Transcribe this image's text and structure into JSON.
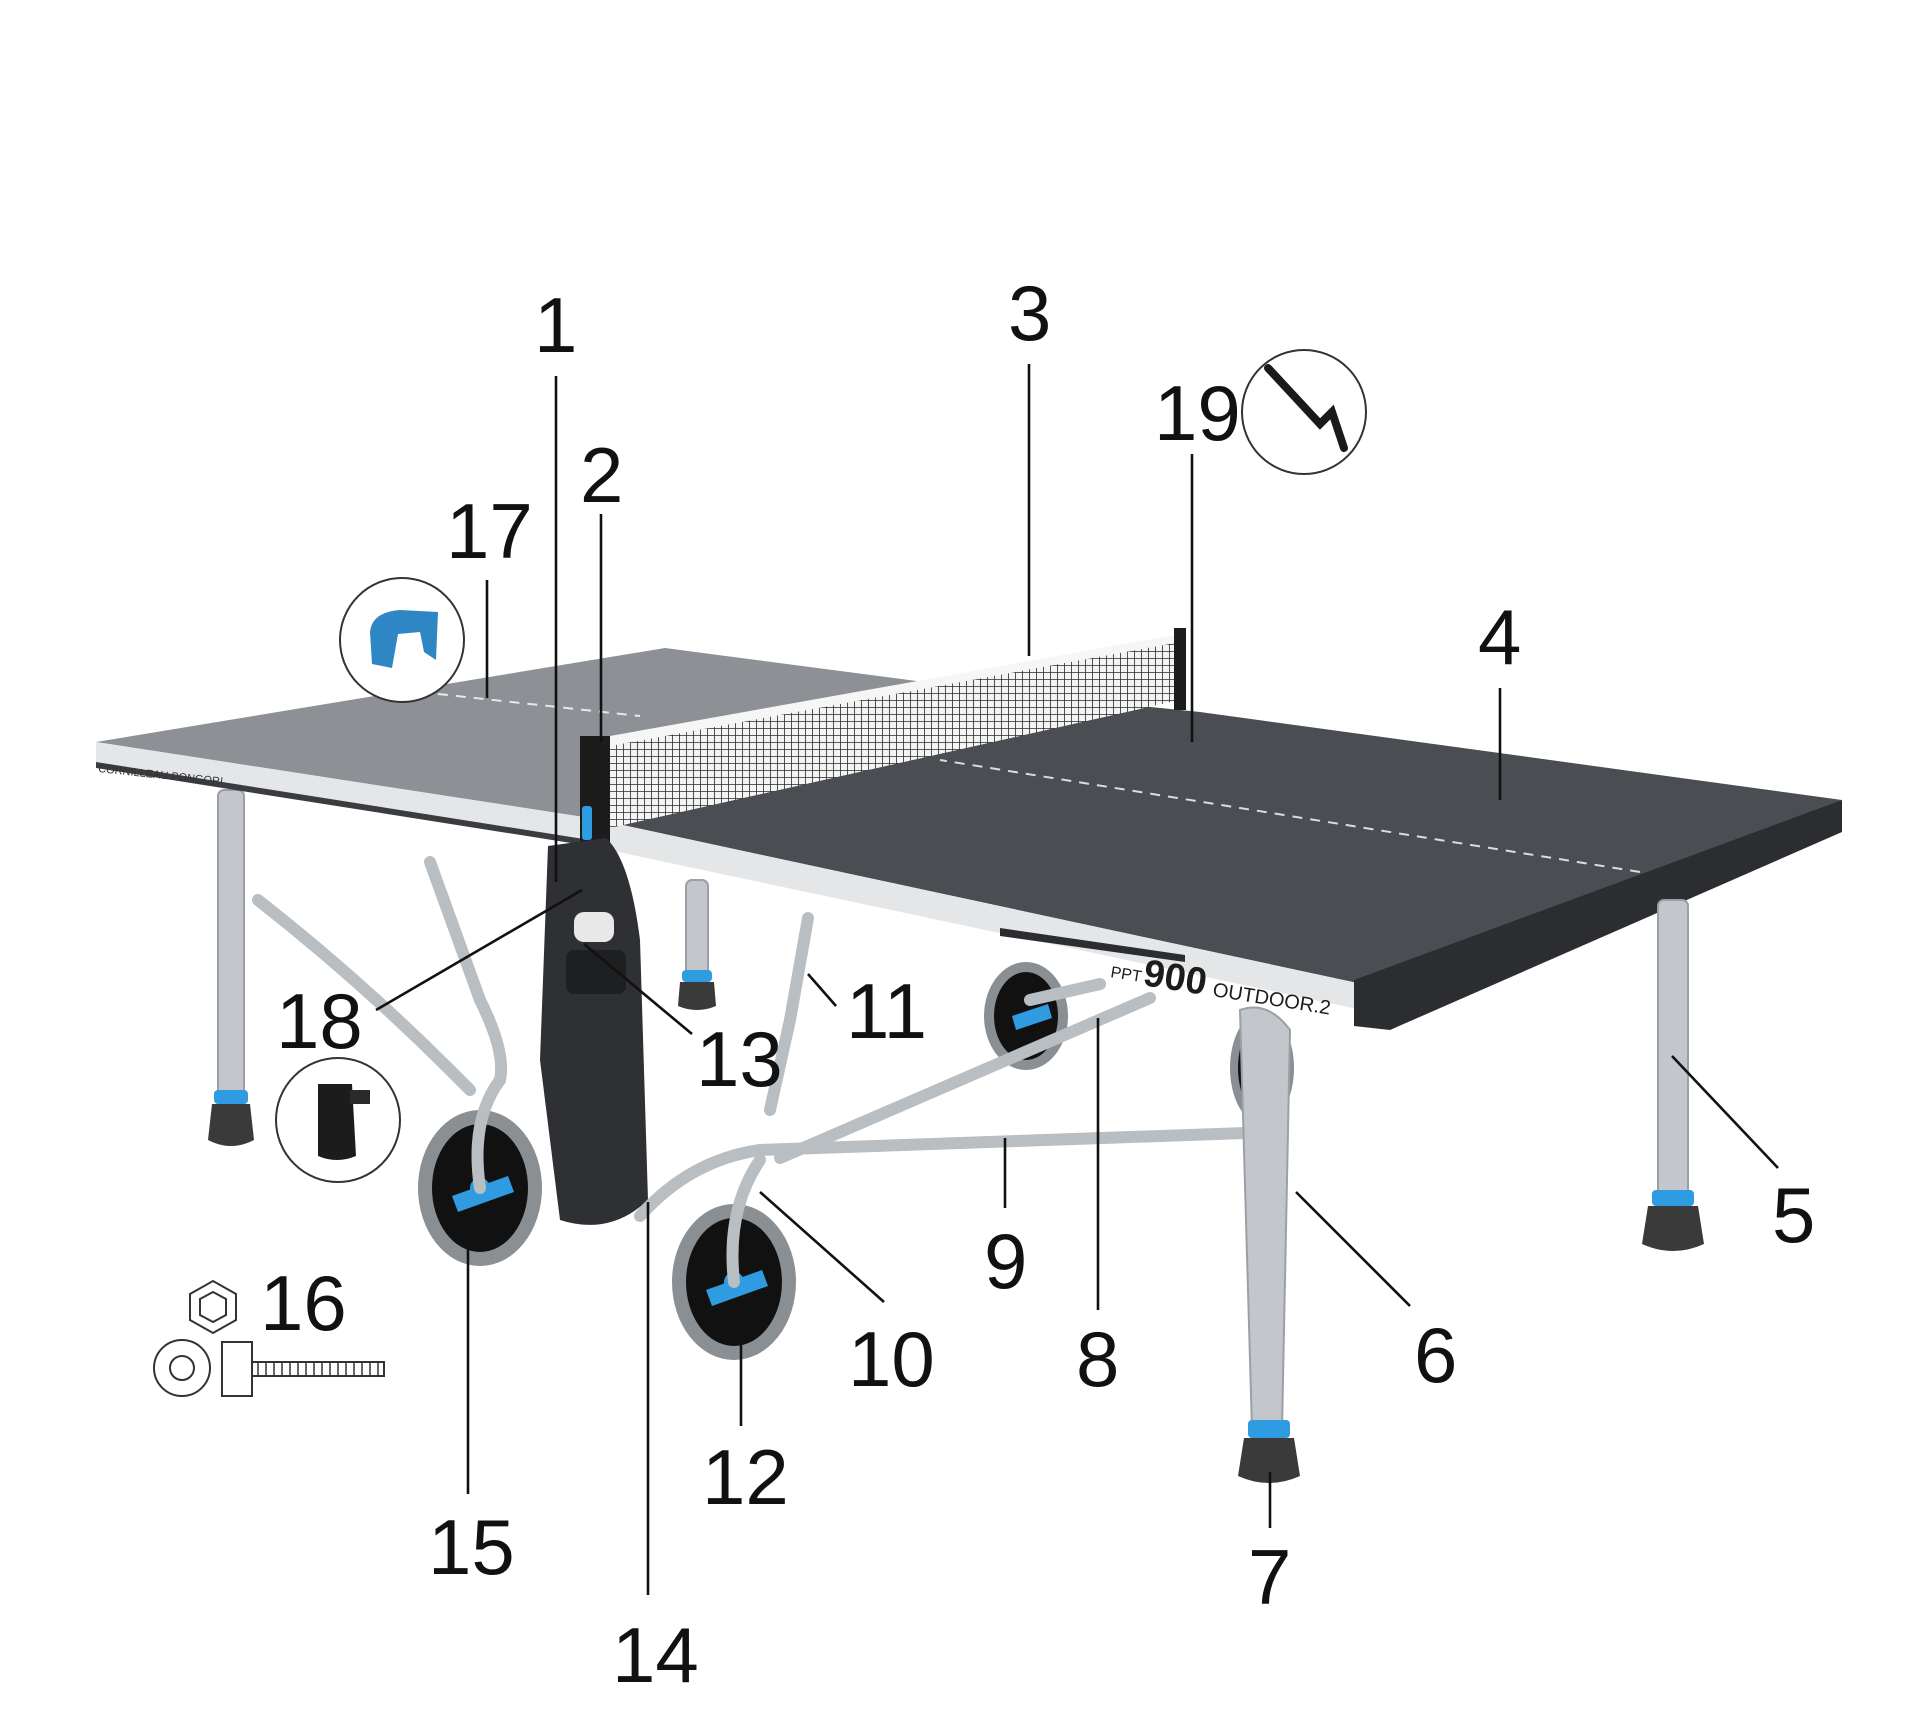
{
  "table": {
    "brand_text": "CORNILLEAU PONGORI",
    "model_prefix": "PPT",
    "model_number": "900",
    "model_suffix": "OUTDOOR.2"
  },
  "callouts": [
    {
      "id": "1",
      "label": "1"
    },
    {
      "id": "2",
      "label": "2"
    },
    {
      "id": "3",
      "label": "3"
    },
    {
      "id": "4",
      "label": "4"
    },
    {
      "id": "5",
      "label": "5"
    },
    {
      "id": "6",
      "label": "6"
    },
    {
      "id": "7",
      "label": "7"
    },
    {
      "id": "8",
      "label": "8"
    },
    {
      "id": "9",
      "label": "9"
    },
    {
      "id": "10",
      "label": "10"
    },
    {
      "id": "11",
      "label": "11"
    },
    {
      "id": "12",
      "label": "12"
    },
    {
      "id": "13",
      "label": "13"
    },
    {
      "id": "14",
      "label": "14"
    },
    {
      "id": "15",
      "label": "15"
    },
    {
      "id": "16",
      "label": "16"
    },
    {
      "id": "17",
      "label": "17"
    },
    {
      "id": "18",
      "label": "18"
    },
    {
      "id": "19",
      "label": "19"
    }
  ],
  "colors": {
    "tabletop": "#4a4d52",
    "tabletop_far": "#8d9196",
    "edge_band": "#e4e6e8",
    "frame": "#b9bec3",
    "accent_blue": "#2f9be0",
    "foot": "#3a3a3a",
    "net": "#2a2a2a"
  }
}
